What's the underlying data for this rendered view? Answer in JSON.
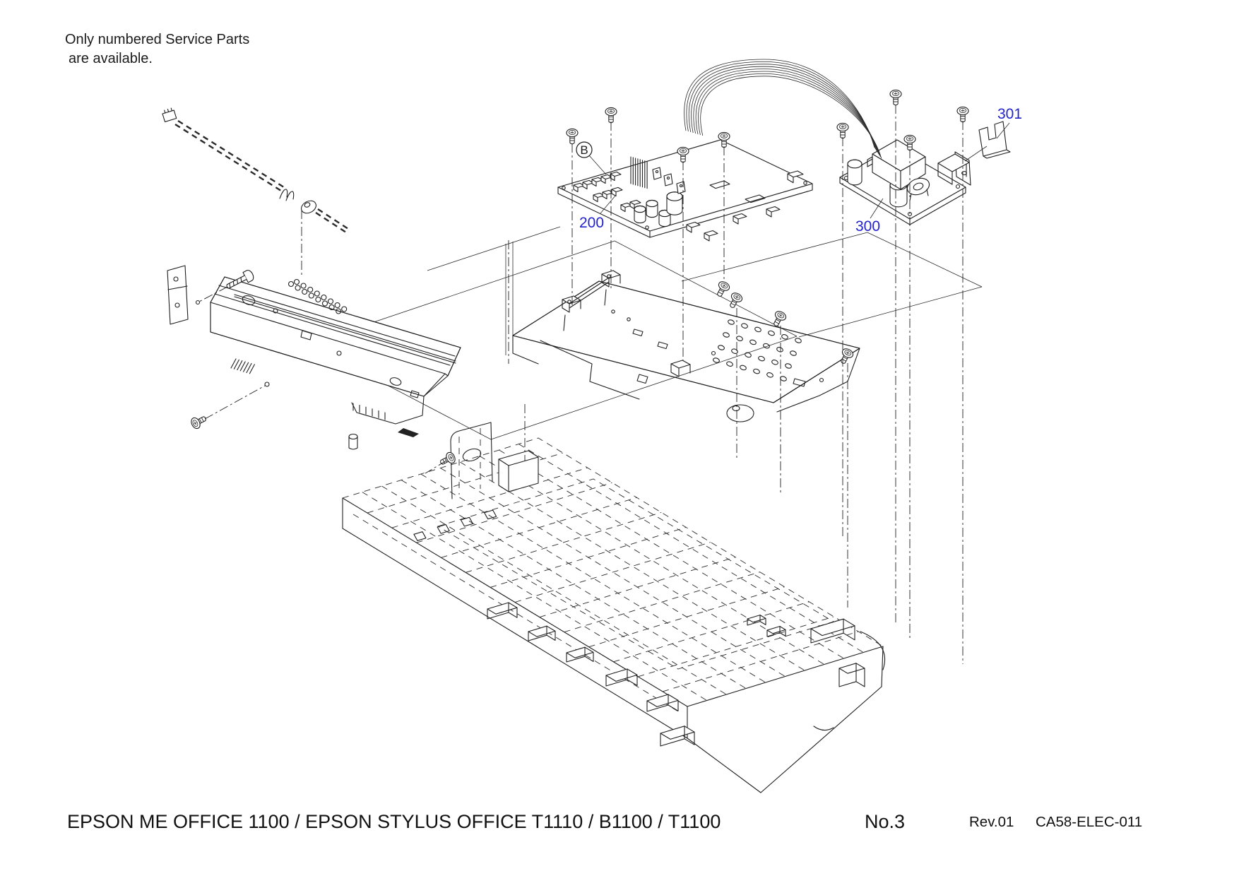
{
  "note": {
    "line1": "Only numbered Service Parts",
    "line2": "are available."
  },
  "diagram": {
    "callouts": {
      "board_label": "B",
      "part_200": "200",
      "part_300": "300",
      "part_301": "301"
    }
  },
  "footer": {
    "models": "EPSON ME OFFICE 1100 / EPSON STYLUS OFFICE T1110 / B1100 / T1100",
    "sheet_no": "No.3",
    "revision": "Rev.01",
    "doc_code": "CA58-ELEC-011"
  },
  "colors": {
    "callout_blue": "#2323cd",
    "line_ink": "#1f1f1f",
    "background": "#ffffff"
  }
}
